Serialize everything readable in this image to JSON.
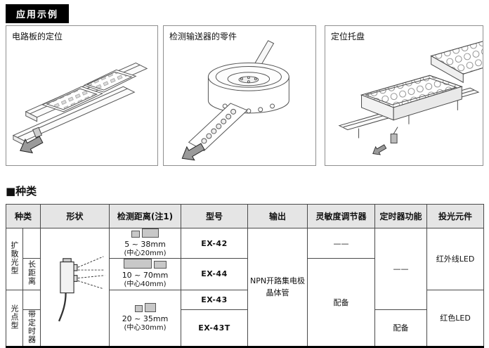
{
  "page": {
    "app_header": "应用示例",
    "section_title": "■种类"
  },
  "examples": [
    {
      "title": "电路板的定位"
    },
    {
      "title": "检测输送器的零件"
    },
    {
      "title": "定位托盘"
    }
  ],
  "table": {
    "headers": {
      "kind": "种类",
      "shape": "形状",
      "range": "检测距离(注1)",
      "model": "型号",
      "output": "输出",
      "sensitivity": "灵敏度调节器",
      "timer": "定时器功能",
      "emitter": "投光元件"
    },
    "kind_groups": {
      "group1": "扩散光型",
      "group1_sub": "长距离",
      "group2": "光点型",
      "group2_sub": "带定时器"
    },
    "ranges": {
      "r1": {
        "range": "5 ~ 38mm",
        "center": "(中心20mm)"
      },
      "r2": {
        "range": "10 ~ 70mm",
        "center": "(中心40mm)"
      },
      "r3": {
        "range": "20 ~ 35mm",
        "center": "(中心30mm)"
      }
    },
    "models": {
      "m1": "EX-42",
      "m2": "EX-44",
      "m3": "EX-43",
      "m4": "EX-43T"
    },
    "output_value": "NPN开路集电极晶体管",
    "sensitivity_values": {
      "row1": "——",
      "rows2_4": "配备"
    },
    "timer_values": {
      "rows1_3": "——",
      "row4": "配备"
    },
    "emitter_values": {
      "rows1_2": "红外线LED",
      "rows3_4": "红色LED"
    }
  }
}
